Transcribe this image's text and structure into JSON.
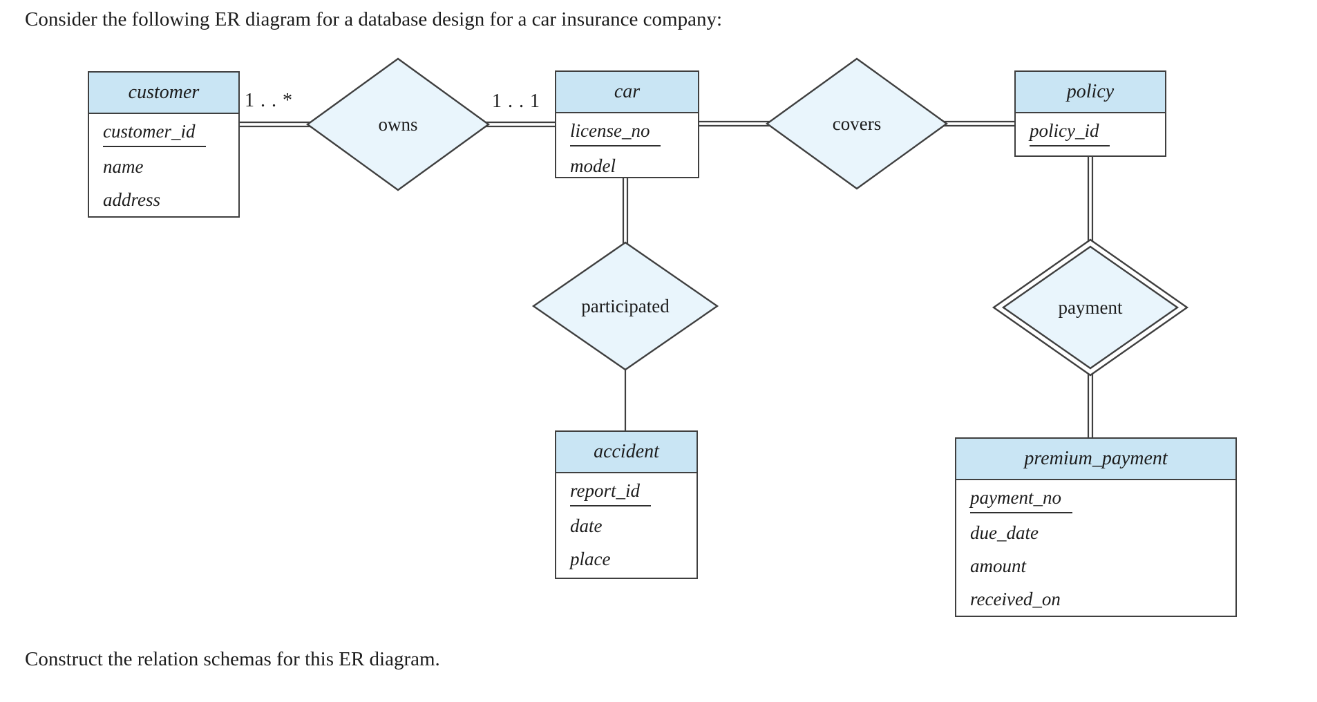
{
  "header": {
    "title": "Consider the following ER diagram for a database design for a car insurance company:"
  },
  "footer": {
    "instruction": "Construct the relation schemas for this ER diagram."
  },
  "colors": {
    "entity_header_fill": "#c9e5f4",
    "diamond_fill": "#e9f5fc",
    "border": "#3f3f3f",
    "text": "#1c1c1c"
  },
  "diagram": {
    "entities": [
      {
        "name": "customer",
        "attributes": [
          "customer_id",
          "name",
          "address"
        ],
        "key_attribute": "customer_id"
      },
      {
        "name": "car",
        "attributes": [
          "license_no",
          "model"
        ],
        "key_attribute": "license_no"
      },
      {
        "name": "policy",
        "attributes": [
          "policy_id"
        ],
        "key_attribute": "policy_id"
      },
      {
        "name": "accident",
        "attributes": [
          "report_id",
          "date",
          "place"
        ],
        "key_attribute": "report_id"
      },
      {
        "name": "premium_payment",
        "attributes": [
          "payment_no",
          "due_date",
          "amount",
          "received_on"
        ],
        "key_attribute": "payment_no"
      }
    ],
    "relationships": [
      {
        "name": "owns",
        "type": "regular"
      },
      {
        "name": "covers",
        "type": "regular"
      },
      {
        "name": "participated",
        "type": "regular"
      },
      {
        "name": "payment",
        "type": "identifying"
      }
    ],
    "cardinalities": [
      {
        "label": "1 . . *"
      },
      {
        "label": "1 . . 1"
      }
    ]
  }
}
